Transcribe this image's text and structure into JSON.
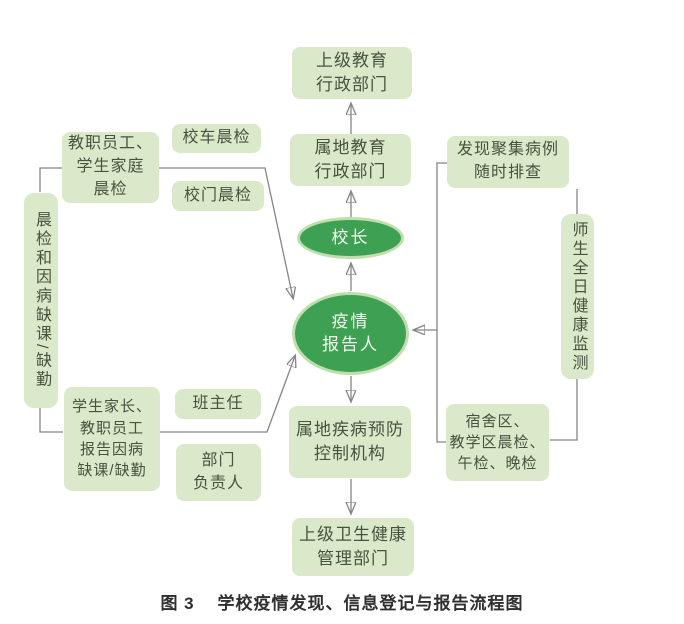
{
  "caption": "图 3    学校疫情发现、信息登记与报告流程图",
  "colors": {
    "box_bg": "#d9e9c9",
    "box_text": "#48523f",
    "ellipse_bg": "#3da053",
    "ellipse_border": "#bedfac",
    "ellipse_text": "#f4f9ef",
    "line_color": "#858585",
    "caption_color": "#2f2f2f",
    "page_bg": "#ffffff"
  },
  "nodes": {
    "superior_education": "上级教育\n行政部门",
    "local_education": "属地教育\n行政部门",
    "principal": "校长",
    "epidemic_reporter": "疫情\n报告人",
    "morning_check_absence": "晨检和因病缺课/缺勤",
    "staff_family_check": "教职员工、\n学生家庭\n晨检",
    "bus_check": "校车晨检",
    "gate_check": "校门晨检",
    "parents_staff_report": "学生家长、\n教职员工\n报告因病\n缺课/缺勤",
    "class_teacher": "班主任",
    "department_head": "部门\n负责人",
    "cluster_screening": "发现聚集病例\n随时排查",
    "all_day_monitoring": "师生全日健康监测",
    "area_checks": "宿舍区、\n教学区晨检、\n午检、晚检",
    "local_cdc": "属地疾病预防\n控制机构",
    "superior_health": "上级卫生健康\n管理部门"
  }
}
